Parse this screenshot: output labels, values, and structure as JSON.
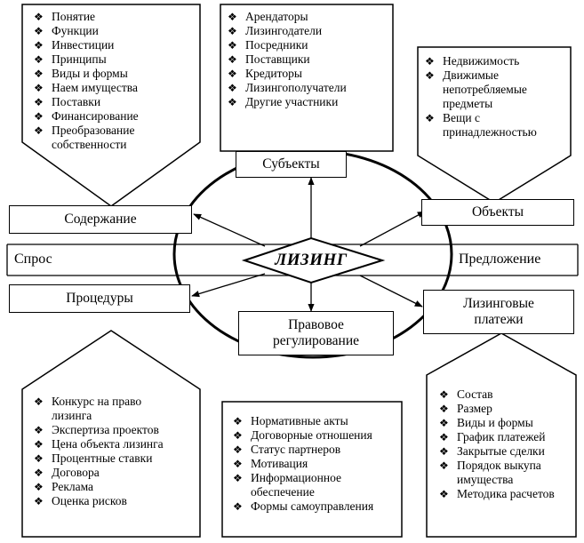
{
  "center": {
    "label": "ЛИЗИНГ"
  },
  "side_labels": {
    "demand": "Спрос",
    "supply": "Предложение"
  },
  "nodes": {
    "soderzhanie": "Содержание",
    "subekty": "Субъекты",
    "obekty": "Объекты",
    "protsedury": "Процедуры",
    "pravovoe_line1": "Правовое",
    "pravovoe_line2": "регулирование",
    "platezhi_line1": "Лизинговые",
    "platezhi_line2": "платежи"
  },
  "lists": {
    "soderzhanie": [
      "Понятие",
      "Функции",
      "Инвестиции",
      "Принципы",
      "Виды и формы",
      "Наем имущества",
      "Поставки",
      "Финансирование",
      "Преобразование",
      "собственности"
    ],
    "subekty": [
      "Арендаторы",
      "Лизингодатели",
      "Посредники",
      "Поставщики",
      "Кредиторы",
      "Лизингополучатели",
      "Другие участники"
    ],
    "obekty": [
      "Недвижимость",
      "Движимые",
      "непотребляемые",
      "предметы",
      "Вещи с",
      "принадлежностью"
    ],
    "protsedury": [
      "Конкурс на право",
      "лизинга",
      "Экспертиза проектов",
      "Цена объекта лизинга",
      "Процентные ставки",
      "Договора",
      "Реклама",
      "Оценка рисков"
    ],
    "pravovoe": [
      "Нормативные акты",
      "Договорные отношения",
      "Статус партнеров",
      "Мотивация",
      "Информационное",
      "обеспечение",
      "Формы самоуправления"
    ],
    "platezhi": [
      "Состав",
      "Размер",
      "Виды и формы",
      "График платежей",
      "Закрытые сделки",
      "Порядок выкупа",
      "имущества",
      "Методика расчетов"
    ]
  },
  "bullet_glyph": "❖"
}
